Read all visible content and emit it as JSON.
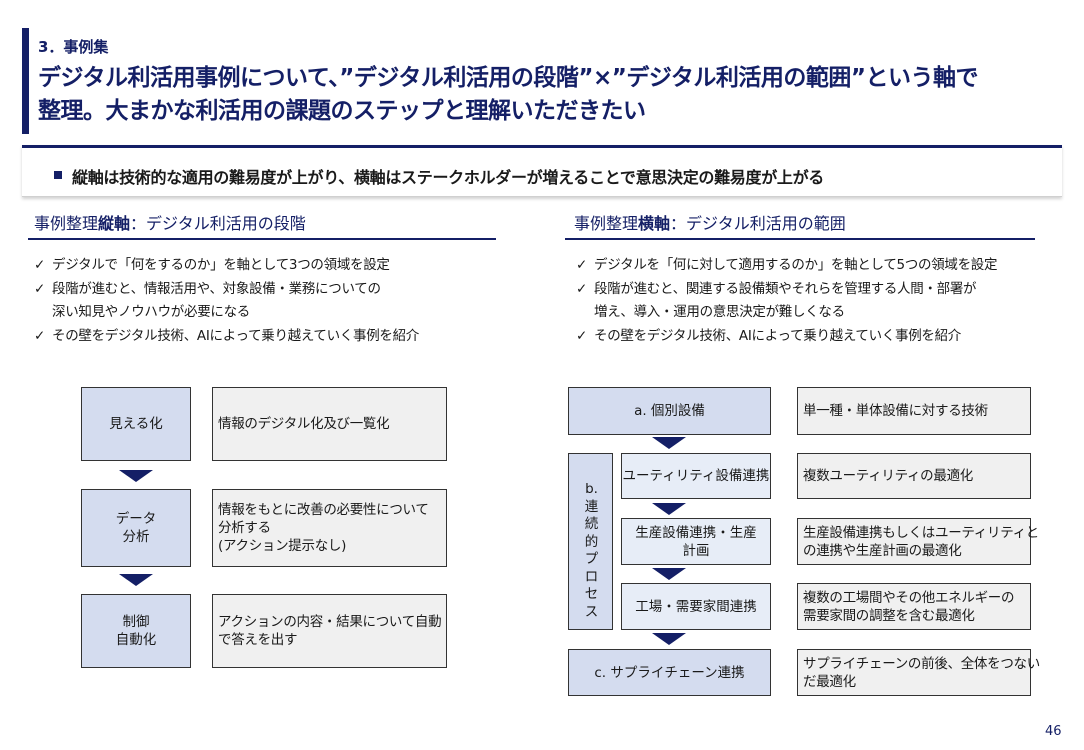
{
  "header": {
    "section": "3．事例集",
    "title_lines": [
      "デジタル利活用事例について、”デジタル利活用の段階”×”デジタル利活用の範囲”という軸で",
      "整理。大まかな利活用の課題のステップと理解いただきたい"
    ]
  },
  "summary": {
    "text": "縦軸は技術的な適用の難易度が上がり、横軸はステークホルダーが増えることで意思決定の難易度が上がる"
  },
  "left": {
    "heading_prefix": "事例整理",
    "heading_bold": "縦軸",
    "heading_suffix": "：デジタル利活用の段階",
    "check_mark": "✓",
    "checks": [
      [
        "デジタルで「何をするのか」を軸として3つの領域を設定"
      ],
      [
        "段階が進むと、情報活用や、対象設備・業務についての",
        "深い知見やノウハウが必要になる"
      ],
      [
        "その壁をデジタル技術、AIによって乗り越えていく事例を紹介"
      ]
    ],
    "stages": [
      {
        "label": [
          "見える化"
        ],
        "desc": [
          "情報のデジタル化及び一覧化"
        ]
      },
      {
        "label": [
          "データ",
          "分析"
        ],
        "desc": [
          "情報をもとに改善の必要性について",
          "分析する",
          "(アクション提示なし)"
        ]
      },
      {
        "label": [
          "制御",
          "自動化"
        ],
        "desc": [
          "アクションの内容・結果について自動",
          "で答えを出す"
        ]
      }
    ]
  },
  "right": {
    "heading_prefix": "事例整理",
    "heading_bold": "横軸",
    "heading_suffix": "：デジタル利活用の範囲",
    "check_mark": "✓",
    "checks": [
      [
        "デジタルを「何に対して適用するのか」を軸として5つの領域を設定"
      ],
      [
        "段階が進むと、関連する設備類やそれらを管理する人間・部署が",
        "増え、導入・運用の意思決定が難しくなる"
      ],
      [
        "その壁をデジタル技術、AIによって乗り越えていく事例を紹介"
      ]
    ],
    "a": {
      "label": "a. 個別設備",
      "desc": [
        "単一種・単体設備に対する技術"
      ]
    },
    "b": {
      "label": [
        "b.",
        "連",
        "続",
        "的",
        "プ",
        "ロ",
        "セ",
        "ス"
      ],
      "items": [
        {
          "label": [
            "ユーティリティ設備連携"
          ],
          "desc": [
            "複数ユーティリティの最適化"
          ]
        },
        {
          "label": [
            "生産設備連携・生産",
            "計画"
          ],
          "desc": [
            "生産設備連携もしくはユーティリティと",
            "の連携や生産計画の最適化"
          ]
        },
        {
          "label": [
            "工場・需要家間連携"
          ],
          "desc": [
            "複数の工場間やその他エネルギーの",
            "需要家間の調整を含む最適化"
          ]
        }
      ]
    },
    "c": {
      "label": "c. サプライチェーン連携",
      "desc": [
        "サプライチェーンの前後、全体をつない",
        "だ最適化"
      ]
    }
  },
  "page_number": "46",
  "colors": {
    "navy": "#141f66",
    "stage_fill": "#d4dcef",
    "sub_fill": "#e7edf7",
    "desc_fill": "#f0f0f0"
  }
}
